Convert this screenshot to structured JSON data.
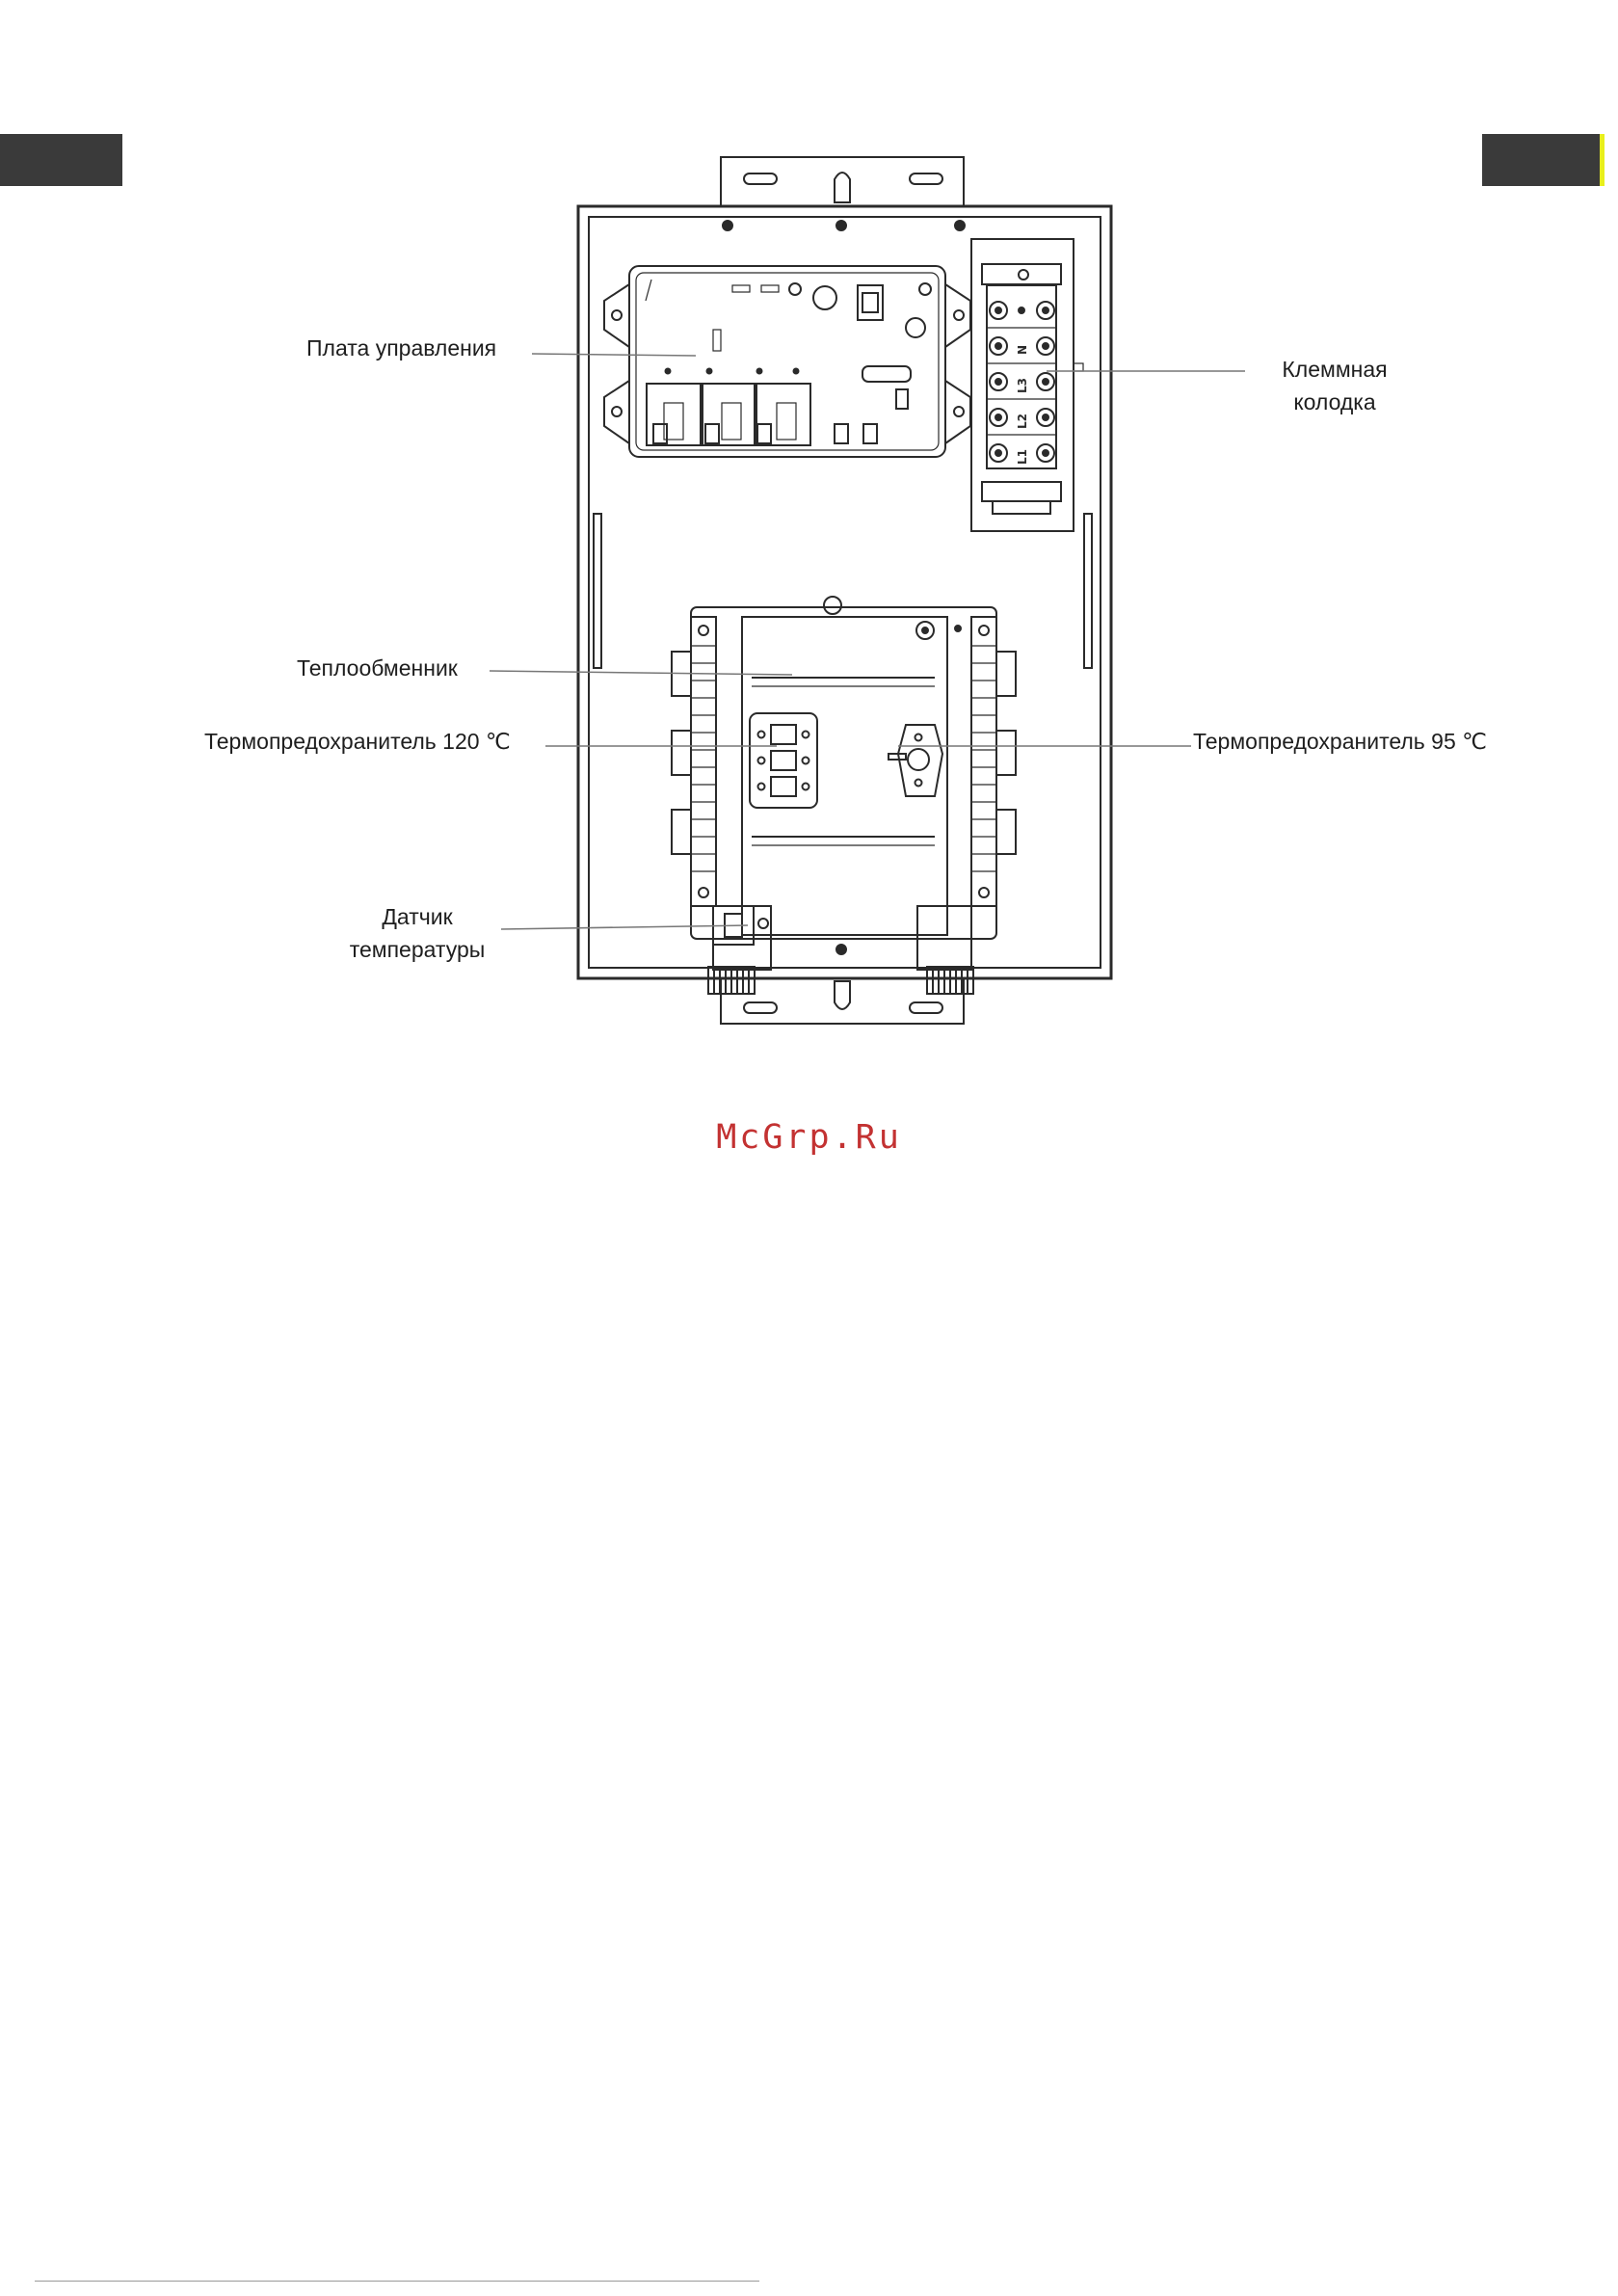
{
  "labels": {
    "control_board": "Плата управления",
    "terminal_block_line1": "Клеммная",
    "terminal_block_line2": "колодка",
    "heat_exchanger": "Теплообменник",
    "thermal_fuse_120": "Термопредохранитель 120 ℃",
    "thermal_fuse_95": "Термопредохранитель 95 ℃",
    "temp_sensor_line1": "Датчик",
    "temp_sensor_line2": "температуры"
  },
  "terminal_markings": [
    "N",
    "L3",
    "L2",
    "L1"
  ],
  "watermark": "McGrp.Ru"
}
